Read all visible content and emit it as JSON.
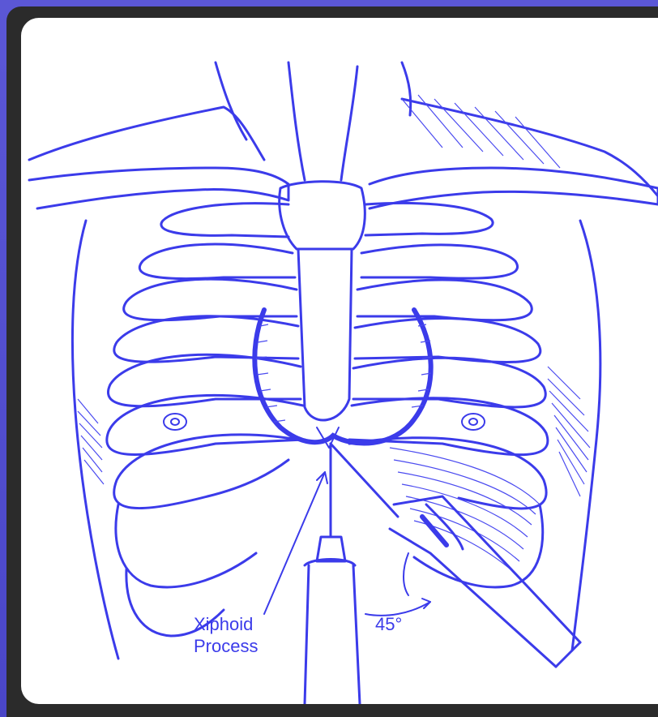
{
  "labels": {
    "xiphoid_line1": "Xiphoid",
    "xiphoid_line2": "Process",
    "angle": "45°"
  },
  "colors": {
    "ink": "#3b3bea",
    "background_gradient": "#5b57d6",
    "frame": "#2b2b2b"
  }
}
